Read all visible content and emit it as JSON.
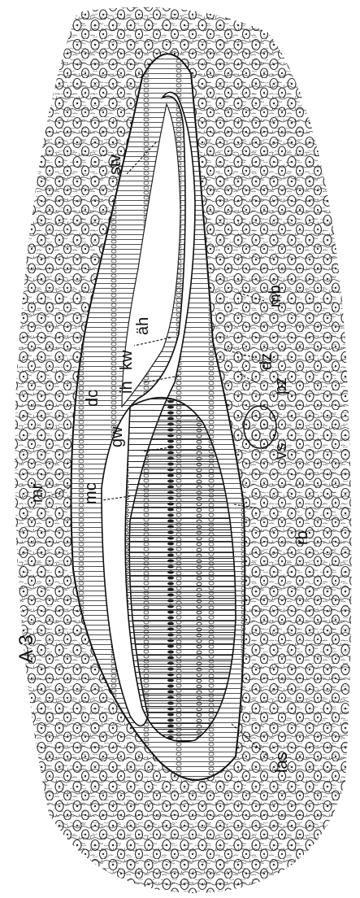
{
  "figure": {
    "panel_label": "A 3",
    "labels": {
      "stv": "stv",
      "mb": "mb",
      "ah": "äh",
      "kw": "kw",
      "dz": "dz",
      "ih": "ih",
      "pz": "pz",
      "dc": "dc",
      "gw": "gw",
      "vs": "vs",
      "mr": "mr",
      "mc": "mc",
      "rb": "rb",
      "las": "las"
    }
  }
}
